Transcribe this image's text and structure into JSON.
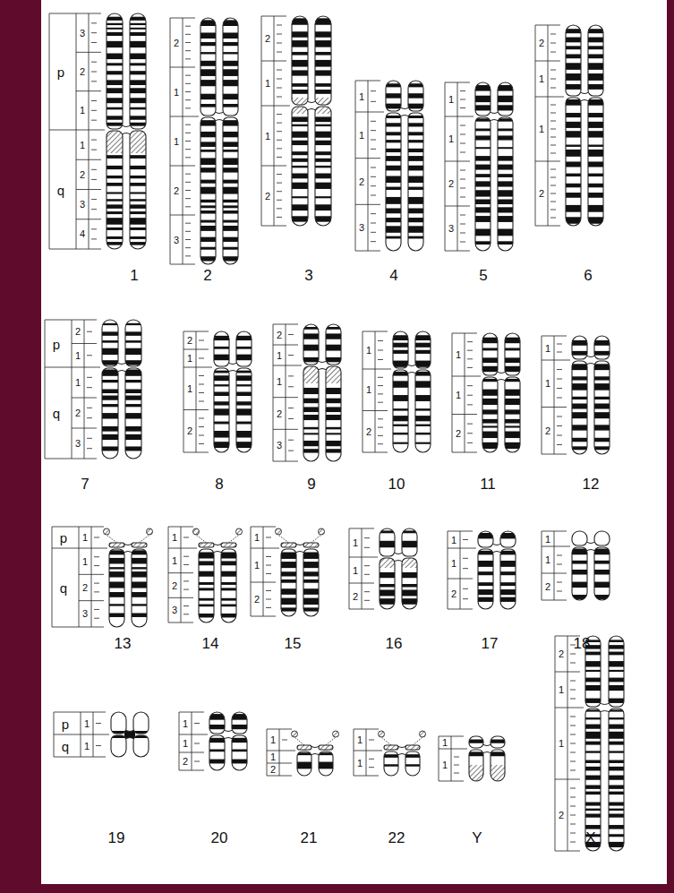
{
  "diagram": {
    "labels": [
      "p",
      "3",
      "2",
      "1",
      "q",
      "1",
      "2",
      "3",
      "4",
      "1",
      "2",
      "1",
      "1",
      "2",
      "3",
      "2",
      "2",
      "1",
      "1",
      "2",
      "3",
      "1",
      "1",
      "2",
      "3",
      "4",
      "1",
      "1",
      "2",
      "3",
      "5",
      "2",
      "1",
      "1",
      "2",
      "6",
      "p",
      "2",
      "1",
      "q",
      "1",
      "2",
      "3",
      "7",
      "2",
      "1",
      "1",
      "2",
      "8",
      "2",
      "1",
      "1",
      "2",
      "3",
      "9",
      "1",
      "1",
      "2",
      "10",
      "1",
      "1",
      "2",
      "11",
      "1",
      "1",
      "2",
      "12",
      "p",
      "1",
      "q",
      "1",
      "2",
      "3",
      "13",
      "1",
      "1",
      "2",
      "3",
      "14",
      "1",
      "1",
      "2",
      "15",
      "1",
      "1",
      "2",
      "16",
      "1",
      "1",
      "2",
      "17",
      "1",
      "1",
      "2",
      "18",
      "p",
      "1",
      "q",
      "1",
      "19",
      "1",
      "1",
      "2",
      "20",
      "1",
      "1",
      "2",
      "21",
      "1",
      "1",
      "22",
      "1",
      "1",
      "Y",
      "2",
      "1",
      "1",
      "2",
      "X"
    ]
  }
}
